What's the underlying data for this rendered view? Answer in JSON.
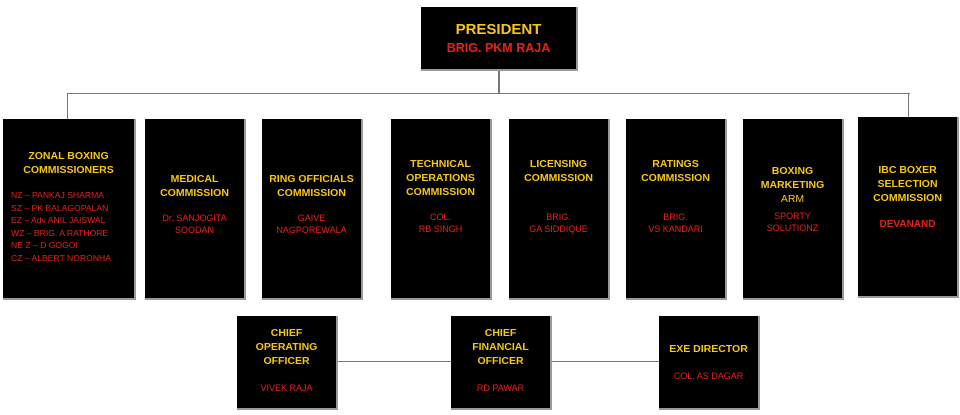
{
  "president": {
    "title": "PRESIDENT",
    "name": "BRIG. PKM RAJA"
  },
  "commissions": [
    {
      "title_lines": [
        "ZONAL BOXING",
        "COMMISSIONERS"
      ],
      "members": [
        "NZ – PANKAJ SHARMA",
        "SZ – PK BALAGOPALAN",
        "EZ – Adv ANIL JAISWAL",
        "WZ – BRIG.  A RATHORE",
        "NE Z – D GOGOI",
        "CZ – ALBERT NORONHA"
      ]
    },
    {
      "title_lines": [
        "MEDICAL",
        "COMMISSION"
      ],
      "name_lines": [
        "Dr. SANJOGITA",
        "SOODAN"
      ]
    },
    {
      "title_lines": [
        "RING OFFICIALS",
        "COMMISSION"
      ],
      "name_lines": [
        "GAIVE",
        "NAGPOREWALA"
      ]
    },
    {
      "title_lines": [
        "TECHNICAL",
        "OPERATIONS",
        "COMMISSION"
      ],
      "name_lines": [
        "COL.",
        "RB SINGH"
      ]
    },
    {
      "title_lines": [
        "LICENSING",
        "COMMISSION"
      ],
      "name_lines": [
        "BRIG.",
        "GA SIDDIQUE"
      ]
    },
    {
      "title_lines": [
        "RATINGS",
        "COMMISSION"
      ],
      "name_lines": [
        "BRIG.",
        "VS KANDARI"
      ]
    },
    {
      "title_lines": [
        "BOXING",
        "MARKETING"
      ],
      "sub": "ARM",
      "name_lines": [
        "SPORTY",
        "SOLUTIONZ"
      ]
    },
    {
      "title_lines": [
        "IBC  BOXER",
        "SELECTION",
        "COMMISSION"
      ],
      "name_lines": [
        "DEVANAND"
      ]
    }
  ],
  "officers": [
    {
      "title_lines": [
        "CHIEF",
        "OPERATING",
        "OFFICER"
      ],
      "name": "VIVEK RAJA"
    },
    {
      "title_lines": [
        "CHIEF",
        "FINANCIAL",
        "OFFICER"
      ],
      "name": "RD PAWAR"
    },
    {
      "title_lines": [
        "EXE DIRECTOR"
      ],
      "name": "COL.  AS DAGAR"
    }
  ]
}
